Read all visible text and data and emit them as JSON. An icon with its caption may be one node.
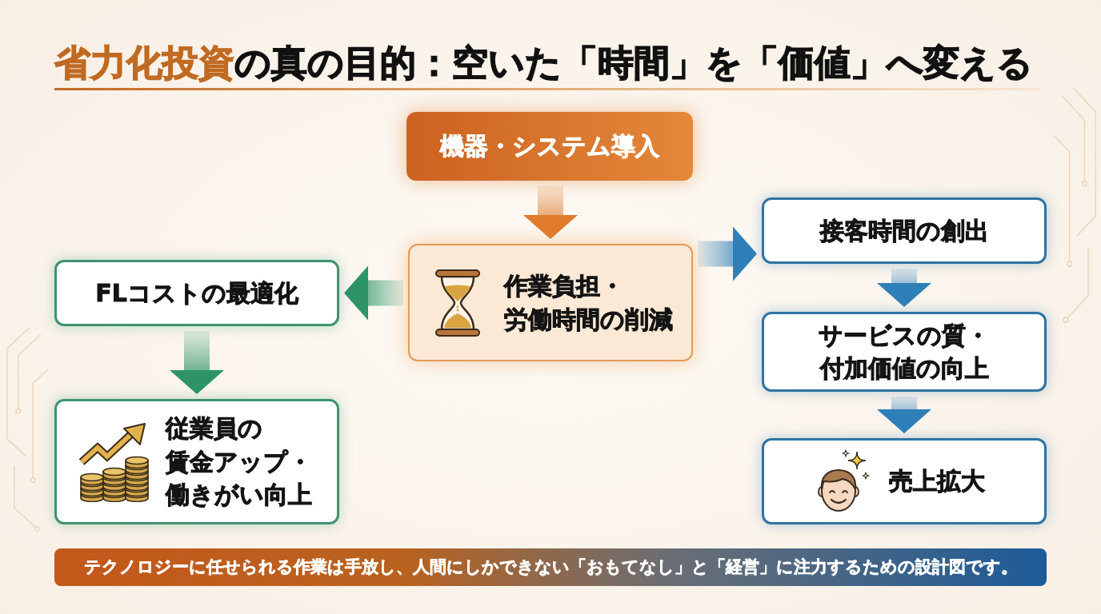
{
  "diagram": {
    "title": "**省力化投資**の真の目的：空いた「時間」を「価値」へ変える",
    "nodes": [
      {
        "text": [
          "機器・システム導入"
        ]
      },
      {
        "text": [
          "作業負担・労働時間の削減"
        ]
      },
      {
        "text": [
          "FLコストの最適化"
        ]
      },
      {
        "text": [
          "従業員の賃金アップ・働きがい向上"
        ]
      },
      {
        "text": [
          "接客時間の創出"
        ]
      },
      {
        "text": [
          "サービスの質・付加価値の向上"
        ]
      },
      {
        "text": [
          "売上拡大"
        ]
      },
      {
        "text": [
          "テクノロジーに任せられる作業は手放し、人間にしかできない「おもてなし」と「経営」に注力するための設計図です。"
        ]
      }
    ],
    "edges": [
      {
        "from": 0,
        "to": 1,
        "arrow": "to",
        "color": "#e07b2c"
      },
      {
        "from": 1,
        "to": 2,
        "arrow": "to",
        "color": "#2e9468"
      },
      {
        "from": 1,
        "to": 4,
        "arrow": "to"
      },
      {
        "from": 2,
        "to": 3,
        "arrow": "to",
        "color": "#2e9468"
      },
      {
        "from": 4,
        "to": 5,
        "arrow": "to"
      },
      {
        "from": 5,
        "to": 6,
        "arrow": "to"
      }
    ]
  }
}
